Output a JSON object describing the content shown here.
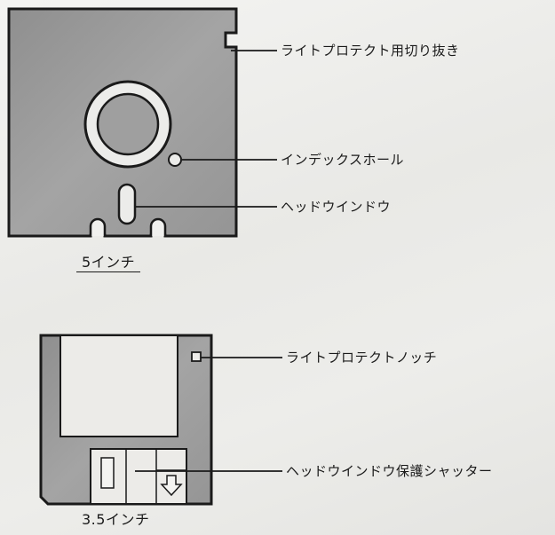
{
  "disk_5inch": {
    "caption": "5インチ",
    "labels": {
      "write_protect_notch": "ライトプロテクト用切り抜き",
      "index_hole": "インデックスホール",
      "head_window": "ヘッドウインドウ"
    }
  },
  "disk_3_5inch": {
    "caption": "3.5インチ",
    "labels": {
      "write_protect_notch": "ライトプロテクトノッチ",
      "head_window_shutter": "ヘッドウインドウ保護シャッター"
    }
  },
  "colors": {
    "disk_fill": "#9a9a9a",
    "line": "#1a1a1a",
    "paper": "#f0f0ee"
  },
  "icons": {
    "shutter_arrow": "arrow-down-icon"
  }
}
